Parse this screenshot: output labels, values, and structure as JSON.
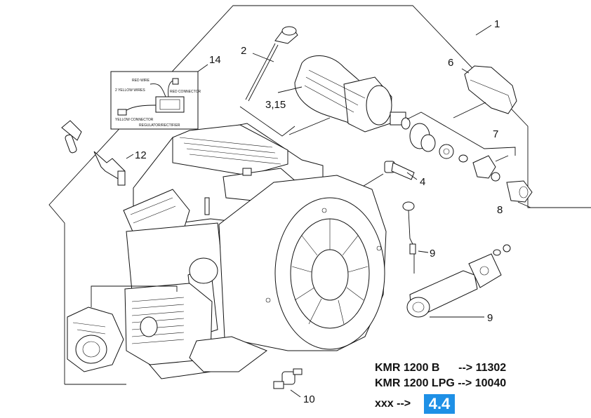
{
  "callouts": {
    "c1": "1",
    "c2": "2",
    "c315": "3,15",
    "c4": "4",
    "c6": "6",
    "c7": "7",
    "c8": "8",
    "c9a": "9",
    "c9b": "9",
    "c10": "10",
    "c12": "12",
    "c14": "14"
  },
  "inset": {
    "red_wire": "RED WIRE",
    "yellow_wires": "2 YELLOW WIRES",
    "red_connector": "RED CONNECTOR",
    "yellow_connector": "YELLOW CONNECTOR",
    "regulator": "REGULATOR/RECTIFIER"
  },
  "models": {
    "m1": "KMR 1200 B      --> 11302",
    "m2": "KMR 1200 LPG --> 10040"
  },
  "xref": {
    "prefix": "xxx -->",
    "badge": "4.4",
    "badge_color": "#1e90e6"
  }
}
